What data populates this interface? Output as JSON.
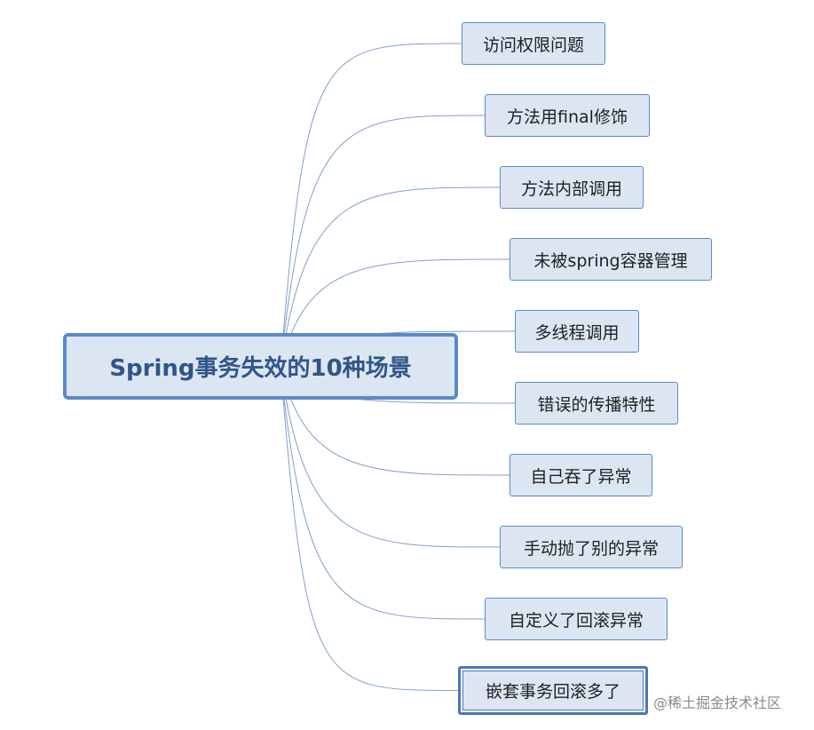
{
  "mindmap": {
    "root": "Spring事务失效的10种场景",
    "branches": [
      "访问权限问题",
      "方法用final修饰",
      "方法内部调用",
      "未被spring容器管理",
      "多线程调用",
      "错误的传播特性",
      "自己吞了异常",
      "手动抛了别的异常",
      "自定义了回滚异常",
      "嵌套事务回滚多了"
    ],
    "selected_branch_index": 9
  },
  "watermark": "@稀土掘金技术社区",
  "colors": {
    "node_fill": "#dce6f2",
    "node_border": "#5b8ac6",
    "root_text": "#2f5687",
    "connector": "#7f9fc9"
  }
}
